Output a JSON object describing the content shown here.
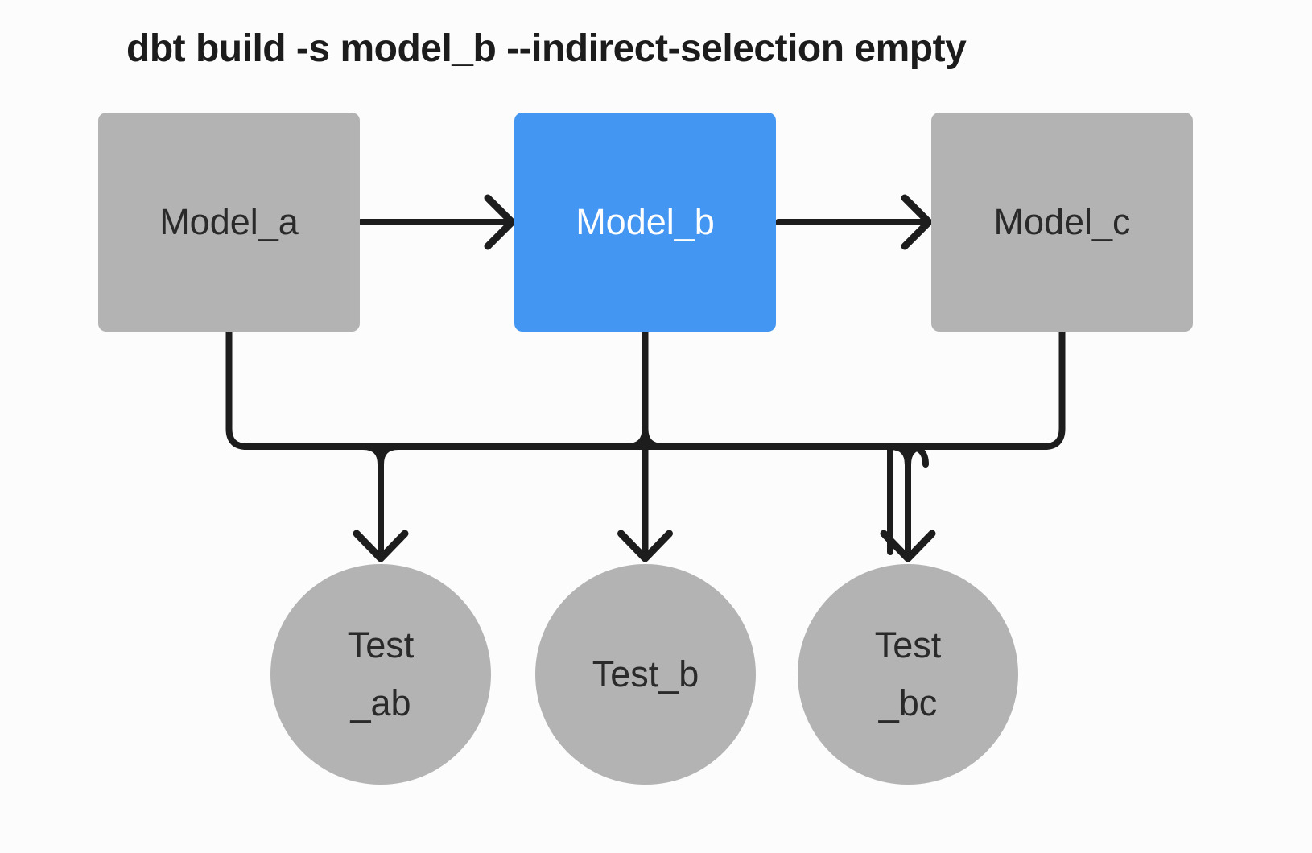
{
  "title": "dbt build -s model_b --indirect-selection empty",
  "diagram": {
    "models": [
      {
        "id": "model_a",
        "label": "Model_a",
        "state": "unselected"
      },
      {
        "id": "model_b",
        "label": "Model_b",
        "state": "selected"
      },
      {
        "id": "model_c",
        "label": "Model_c",
        "state": "unselected"
      }
    ],
    "tests": [
      {
        "id": "test_ab",
        "line1": "Test",
        "line2": "_ab"
      },
      {
        "id": "test_b",
        "line1": "Test_b",
        "line2": ""
      },
      {
        "id": "test_bc",
        "line1": "Test",
        "line2": "_bc"
      }
    ],
    "edges": [
      {
        "from": "model_a",
        "to": "model_b"
      },
      {
        "from": "model_b",
        "to": "model_c"
      },
      {
        "from": "model_a",
        "to": "test_ab"
      },
      {
        "from": "model_b",
        "to": "test_ab"
      },
      {
        "from": "model_b",
        "to": "test_b"
      },
      {
        "from": "model_b",
        "to": "test_bc"
      },
      {
        "from": "model_c",
        "to": "test_bc"
      }
    ],
    "colors": {
      "background": "#fcfcfc",
      "selected": "#4496f3",
      "unselected": "#b3b3b3",
      "edge": "#1d1d1d",
      "text_dark": "#2a2a2a",
      "text_light": "#ffffff",
      "title": "#1c1c1c"
    }
  }
}
